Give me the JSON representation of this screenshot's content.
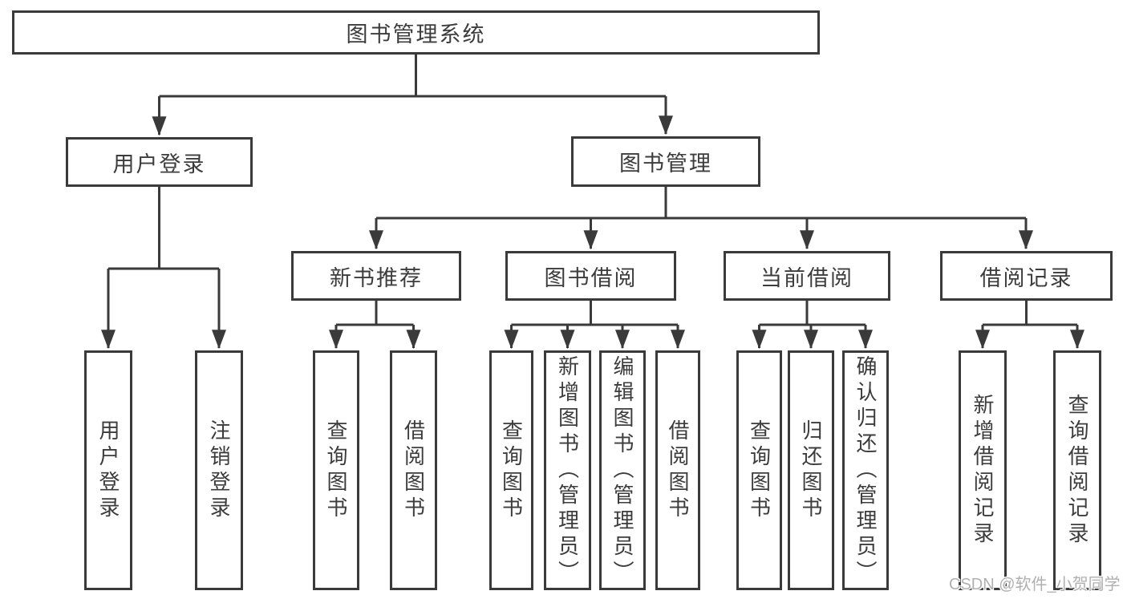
{
  "diagram": {
    "title": "图书管理系统",
    "level2": [
      {
        "label": "用户登录"
      },
      {
        "label": "图书管理"
      }
    ],
    "level3": [
      {
        "label": "新书推荐",
        "parent": "图书管理"
      },
      {
        "label": "图书借阅",
        "parent": "图书管理"
      },
      {
        "label": "当前借阅",
        "parent": "图书管理"
      },
      {
        "label": "借阅记录",
        "parent": "图书管理"
      }
    ],
    "leaves": [
      {
        "label": "用户登录",
        "parent": "用户登录"
      },
      {
        "label": "注销登录",
        "parent": "用户登录"
      },
      {
        "label": "查询图书",
        "parent": "新书推荐"
      },
      {
        "label": "借阅图书",
        "parent": "新书推荐"
      },
      {
        "label": "查询图书",
        "parent": "图书借阅"
      },
      {
        "label": "新增图书（管理员）",
        "parent": "图书借阅"
      },
      {
        "label": "编辑图书（管理员）",
        "parent": "图书借阅"
      },
      {
        "label": "借阅图书",
        "parent": "图书借阅"
      },
      {
        "label": "查询图书",
        "parent": "当前借阅"
      },
      {
        "label": "归还图书",
        "parent": "当前借阅"
      },
      {
        "label": "确认归还（管理员）",
        "parent": "当前借阅"
      },
      {
        "label": "新增借阅记录",
        "parent": "借阅记录"
      },
      {
        "label": "查询借阅记录",
        "parent": "借阅记录"
      }
    ],
    "watermark": "CSDN @软件_小贺同学",
    "colors": {
      "line": "#3a3a3a",
      "box_border": "#3a3a3a",
      "text": "#3c3c3c",
      "watermark": "#b0b0b0",
      "background": "#ffffff"
    }
  }
}
